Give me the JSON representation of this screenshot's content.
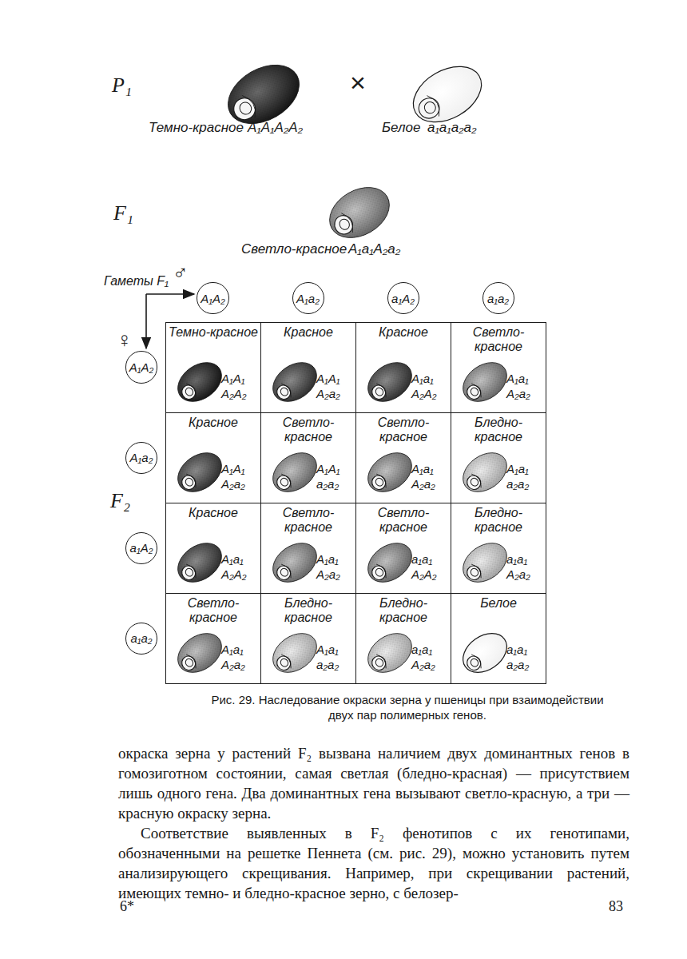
{
  "diagram": {
    "caption": "Рис. 29. Наследование окраски зерна у пшеницы при взаимодействии двух пар полимерных генов.",
    "nodes": [
      {
        "text": [
          "A₁A₂"
        ]
      },
      {
        "text": [
          "A₁a₂"
        ]
      },
      {
        "text": [
          "a₁A₂"
        ]
      },
      {
        "text": [
          "a₁a₂"
        ]
      },
      {
        "text": [
          "A₁A₂"
        ]
      },
      {
        "text": [
          "A₁a₂"
        ]
      },
      {
        "text": [
          "a₁A₂"
        ]
      },
      {
        "text": [
          "a₁a₂"
        ]
      },
      {
        "text": [
          "Темно-красное",
          "A₁A₁ A₂A₂"
        ]
      },
      {
        "text": [
          "Красное",
          "A₁A₁ A₂a₂"
        ]
      },
      {
        "text": [
          "Красное",
          "A₁a₁ A₂A₂"
        ]
      },
      {
        "text": [
          "Светло-красное",
          "A₁a₁ A₂a₂"
        ]
      },
      {
        "text": [
          "Красное",
          "A₁A₁ A₂a₂"
        ]
      },
      {
        "text": [
          "Светло-красное",
          "A₁A₁ a₂a₂"
        ]
      },
      {
        "text": [
          "Светло-красное",
          "A₁a₁ A₂a₂"
        ]
      },
      {
        "text": [
          "Бледно-красное",
          "A₁a₁ a₂a₂"
        ]
      },
      {
        "text": [
          "Красное",
          "A₁a₁ A₂A₂"
        ]
      },
      {
        "text": [
          "Светло-красное",
          "A₁a₁ A₂a₂"
        ]
      },
      {
        "text": [
          "Светло-красное",
          "a₁a₁ A₂A₂"
        ]
      },
      {
        "text": [
          "Бледно-красное",
          "a₁a₁ A₂a₂"
        ]
      },
      {
        "text": [
          "Светло-красное",
          "A₁a₁ A₂a₂"
        ]
      },
      {
        "text": [
          "Бледно-красное",
          "A₁a₁ a₂a₂"
        ]
      },
      {
        "text": [
          "Бледно-красное",
          "a₁a₁ A₂a₂"
        ]
      },
      {
        "text": [
          "Белое",
          "a₁a₁ a₂a₂"
        ]
      }
    ],
    "labels": [
      "P₁",
      "Темно-красное",
      "A₁A₁A₂A₂",
      "×",
      "Белое",
      "a₁a₁a₂a₂",
      "F₁",
      "Светло-красное",
      "A₁a₁A₂a₂",
      "Гаметы F₁",
      "♂",
      "♀",
      "F₂",
      "окраска зерна у растений F₂ вызвана наличием двух доминантных генов в гомозиготном состоянии, самая светлая (бледно-красная) — присутствием лишь одного гена. Два доминантных гена вызывают светло-красную, а три — красную окраску зерна.",
      "Соответствие выявленных в F₂ фенотипов с их генотипами, обозначенными на решетке Пеннета (см. рис. 29), можно установить путем анализирующего скрещивания. Например, при скрещивании растений, имеющих темно- и бледно-красное зерно, с белозер-",
      "6*",
      "83"
    ]
  }
}
